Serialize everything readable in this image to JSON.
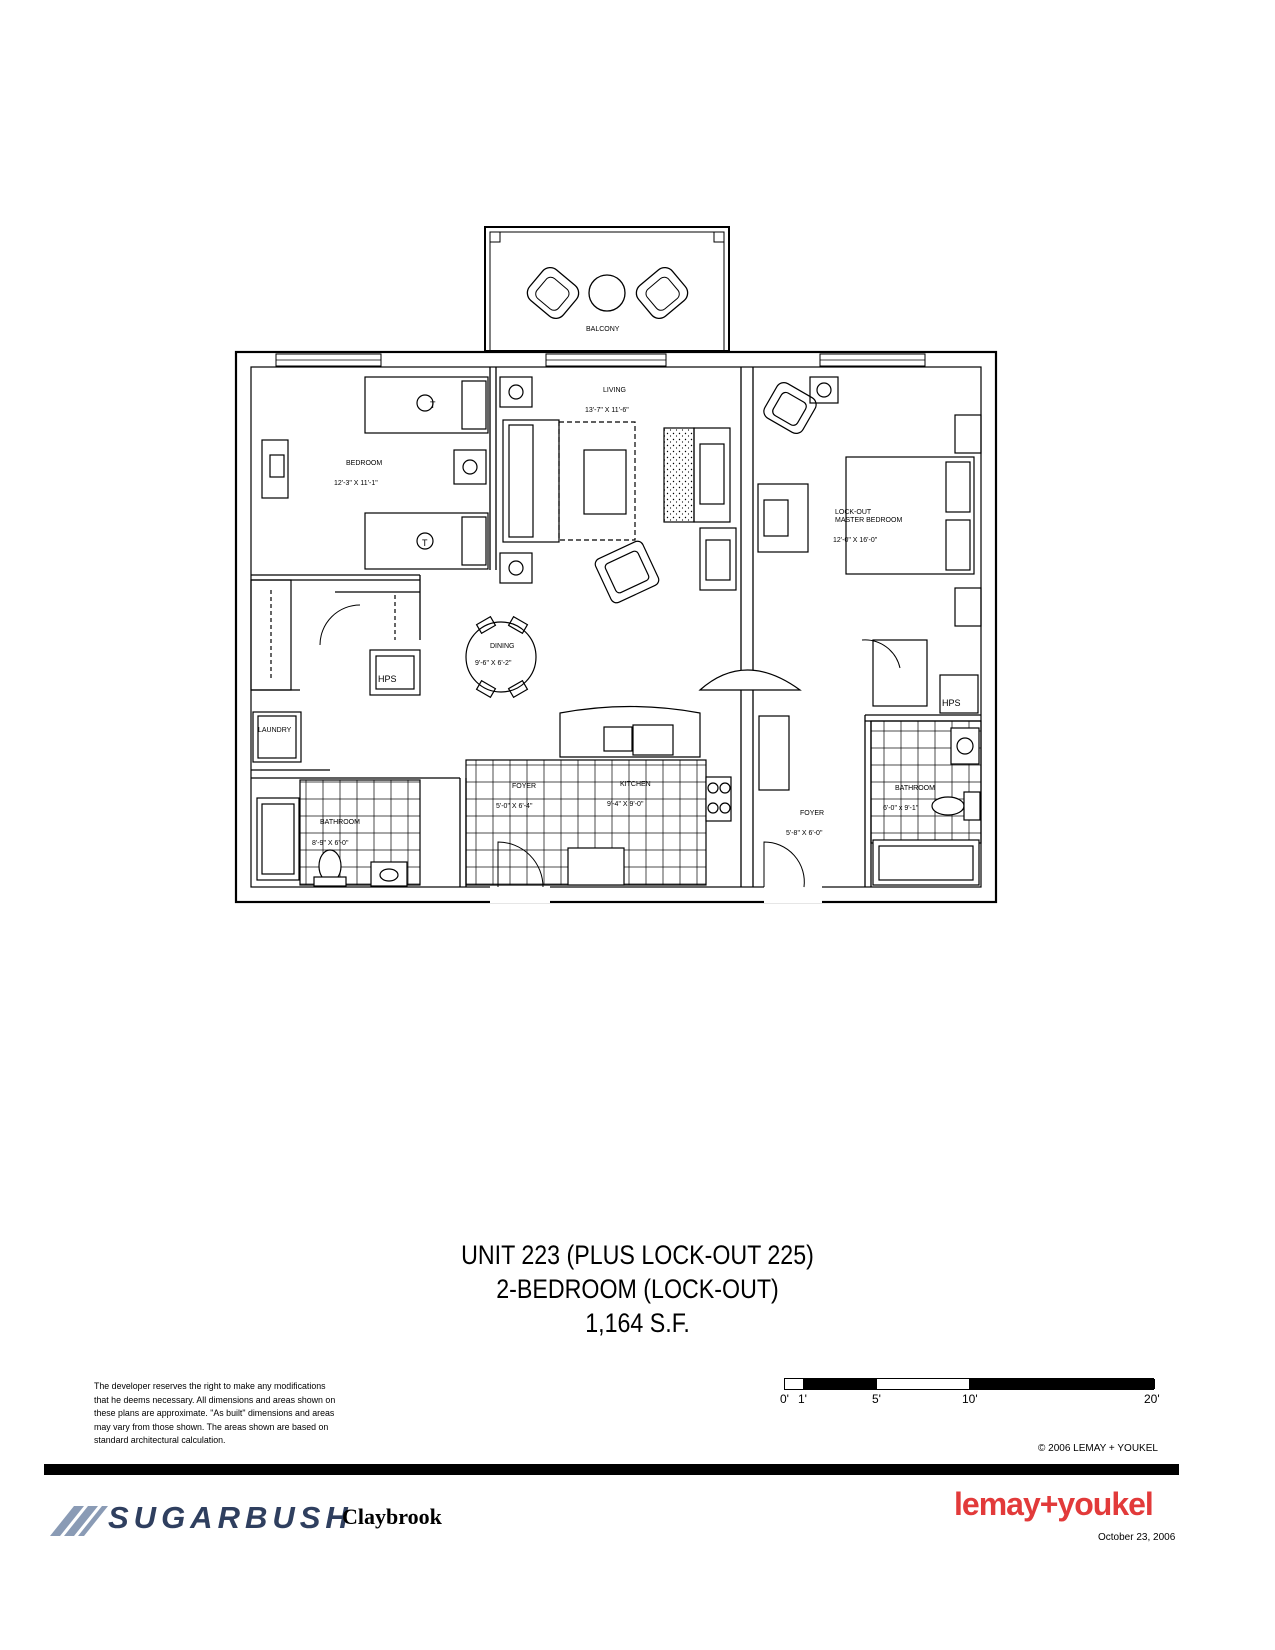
{
  "plan": {
    "rooms": {
      "balcony": {
        "name": "BALCONY"
      },
      "living": {
        "name": "LIVING",
        "dims": "13'-7\" X 11'-6\""
      },
      "bedroom": {
        "name": "BEDROOM",
        "dims": "12'-3\" X 11'-1\""
      },
      "lockout_master": {
        "name_line1": "LOCK-OUT",
        "name_line2": "MASTER BEDROOM",
        "dims": "12'-0\" X 16'-0\""
      },
      "dining": {
        "name": "DINING",
        "dims": "9'-6\" X 6'-2\""
      },
      "laundry": {
        "name": "LAUNDRY"
      },
      "hps_left": {
        "name": "HPS"
      },
      "hps_right": {
        "name": "HPS"
      },
      "bathroom_left": {
        "name": "BATHROOM",
        "dims": "8'-9\" X 6'-0\""
      },
      "foyer_main": {
        "name": "FOYER",
        "dims": "5'-0\" X 6'-4\""
      },
      "kitchen": {
        "name": "KITCHEN",
        "dims": "9'-4\" X 9'-0\""
      },
      "foyer_lockout": {
        "name": "FOYER",
        "dims": "5'-8\" X 6'-0\""
      },
      "bathroom_right": {
        "name": "BATHROOM",
        "dims": "6'-0\" x 9'-1\""
      }
    },
    "bed_marker": "T"
  },
  "title": {
    "line1": "UNIT 223 (PLUS LOCK-OUT 225)",
    "line2": "2-BEDROOM (LOCK-OUT)",
    "line3": "1,164 S.F."
  },
  "disclaimer": "The developer reserves the right to make any modifications that he deems necessary.  All dimensions and areas shown on these plans are approximate.  \"As built\" dimensions and areas may vary from those shown.  The areas shown are based on standard architectural calculation.",
  "scale": {
    "labels": [
      "0'",
      "1'",
      "5'",
      "10'",
      "20'"
    ]
  },
  "copyright": "© 2006  LEMAY + YOUKEL",
  "footer": {
    "brand": "SUGARBUSH",
    "project": "Claybrook",
    "firm": "lemay+youkel",
    "date": "October 23, 2006"
  },
  "colors": {
    "brand_blue": "#2f3f5f",
    "firm_red": "#e23a3a"
  }
}
